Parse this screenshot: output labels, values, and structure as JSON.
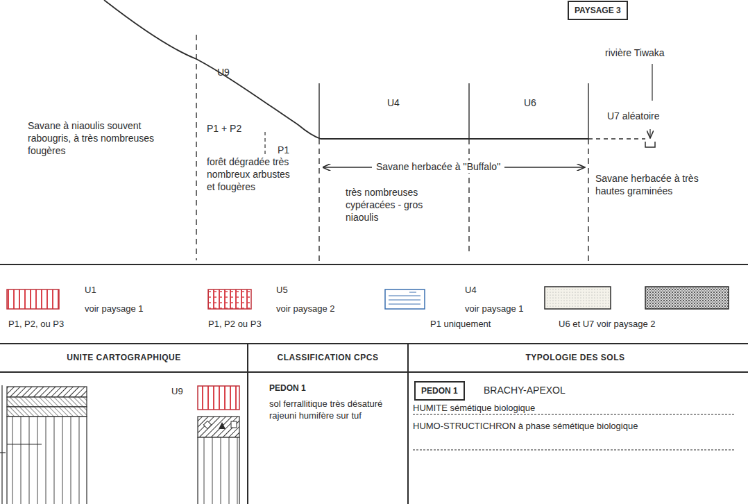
{
  "diagram": {
    "nodes": [
      {
        "text": [
          "PAYSAGE 3"
        ]
      },
      {
        "text": [
          "PEDON 1"
        ]
      }
    ],
    "labels": [
      "U9",
      "Savane à niaoulis souvent rabougris, à très nombreuses fougères",
      "P1 + P2",
      "P1",
      "forêt dégradée très nombreux arbustes et fougères",
      "U4",
      "U6",
      "U7 aléatoire",
      "rivière Tiwaka",
      "Savane herbacée à ''Buffalo''",
      "très nombreuses cypéracées - gros niaoulis",
      "Savane herbacée à très hautes graminées",
      "voir paysage 1",
      "P1, P2, ou P3",
      "voir paysage 2",
      "P1, P2 ou P3",
      "voir paysage 1",
      "P1 uniquement",
      "UNITE CARTOGRAPHIQUE",
      "CLASSIFICATION CPCS",
      "TYPOLOGIE DES SOLS",
      "U9",
      "PEDON 1",
      "sol ferrallitique très désaturé rajeuni humifère sur tuf",
      "BRACHY-APEXOL",
      "HUMITE sémétique biologique",
      "HUMO-STRUCTICHRON à phase sémétique biologique"
    ],
    "legend": [
      {
        "text": "U1"
      },
      {
        "text": "U5"
      },
      {
        "text": "U4"
      },
      {
        "text": "U6 et U7 voir paysage 2"
      }
    ]
  }
}
